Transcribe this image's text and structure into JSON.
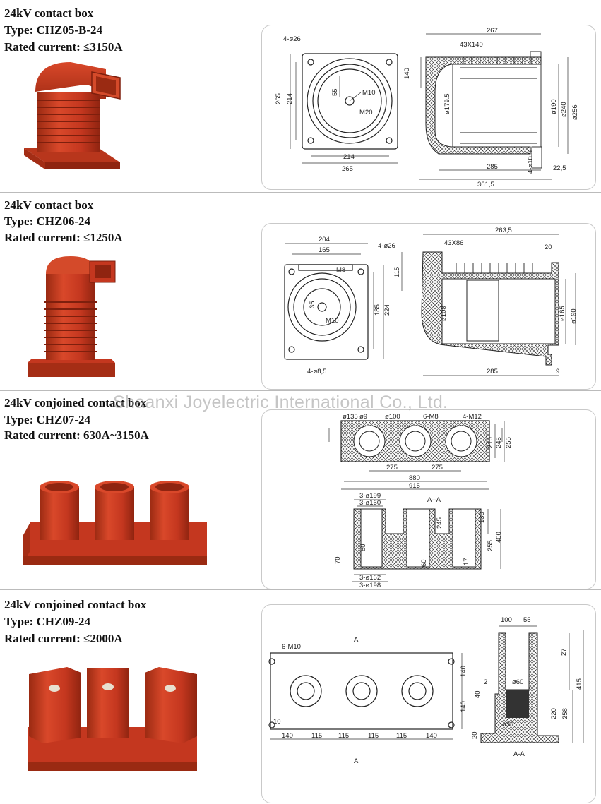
{
  "watermark": "Shaanxi Joyelectric International Co., Ltd.",
  "colors": {
    "product_red": "#c4371f",
    "product_dark": "#8f2410",
    "frame": "#c9c9c9"
  },
  "products": [
    {
      "heading": "24kV contact box",
      "type": "Type: CHZ05-B-24",
      "current": "Rated current: ≤3150A",
      "dims": {
        "d1": "4-ø26",
        "d2": "265",
        "d3": "214",
        "d4": "55",
        "d5": "M10",
        "d6": "M20",
        "d7": "214",
        "d8": "265",
        "d9": "267",
        "d10": "43X140",
        "d11": "140",
        "d12": "ø179.5",
        "d13": "ø190",
        "d14": "ø240",
        "d15": "ø256",
        "d16": "285",
        "d17": "4-ø10.5",
        "d18": "22,5",
        "d19": "361,5"
      }
    },
    {
      "heading": "24kV contact box",
      "type": "Type: CHZ06-24",
      "current": "Rated current: ≤1250A",
      "dims": {
        "d1": "204",
        "d2": "165",
        "d3": "4-ø26",
        "d4": "M8",
        "d5": "35",
        "d6": "M10",
        "d7": "185",
        "d8": "224",
        "d9": "4-ø8,5",
        "d10": "263,5",
        "d11": "43X86",
        "d12": "20",
        "d13": "115",
        "d14": "ø108",
        "d15": "ø165",
        "d16": "ø190",
        "d17": "285",
        "d18": "9"
      }
    },
    {
      "heading": "24kV conjoined contact box",
      "type": "Type: CHZ07-24",
      "current": "Rated current: 630A~3150A",
      "dims": {
        "d1": "ø135",
        "d2": "ø9",
        "d3": "ø100",
        "d4": "6-M8",
        "d5": "4-M12",
        "d6": "210",
        "d7": "245",
        "d8": "255",
        "d9": "275",
        "d10": "275",
        "d11": "880",
        "d12": "915",
        "d13": "3-ø199",
        "d14": "3-ø160",
        "d15": "A--A",
        "d16": "130",
        "d17": "245",
        "d18": "400",
        "d19": "80",
        "d20": "255",
        "d21": "70",
        "d22": "60",
        "d23": "17",
        "d24": "3-ø162",
        "d25": "3-ø198"
      }
    },
    {
      "heading": "24kV conjoined contact box",
      "type": "Type: CHZ09-24",
      "current": "Rated current: ≤2000A",
      "dims": {
        "d1": "6-M10",
        "d2": "A",
        "d3": "140",
        "d4": "140",
        "d5": "10",
        "d6": "140",
        "d7": "115",
        "d8": "115",
        "d9": "115",
        "d10": "115",
        "d11": "140",
        "d12": "A",
        "d13": "100",
        "d14": "55",
        "d15": "27",
        "d16": "ø60",
        "d17": "2",
        "d18": "40",
        "d19": "ø38",
        "d20": "220",
        "d21": "258",
        "d22": "415",
        "d23": "20",
        "d24": "A-A"
      }
    }
  ]
}
